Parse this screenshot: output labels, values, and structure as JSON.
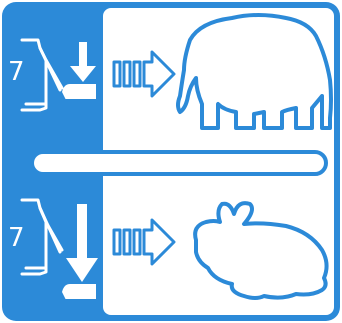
{
  "pictogram": {
    "colors": {
      "panel": "#2c8ad8",
      "background": "#ffffff",
      "divider_fill": "#ffffff"
    },
    "rows": [
      {
        "row": "top",
        "digit": "7",
        "icons": [
          "hand-pressing-icon",
          "down-arrow-icon",
          "plunger-icon",
          "striped-arrow-right-icon",
          "elephant-icon"
        ]
      },
      {
        "row": "bottom",
        "digit": "7",
        "icons": [
          "hand-pressing-icon",
          "down-arrow-icon",
          "plunger-icon",
          "striped-arrow-right-icon",
          "rabbit-icon"
        ]
      }
    ]
  }
}
